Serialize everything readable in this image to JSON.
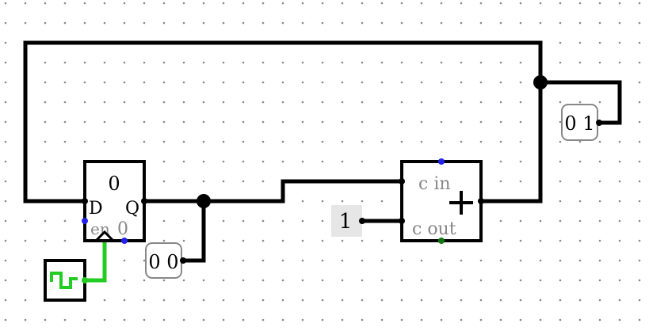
{
  "canvas": {
    "background": "#ffffff",
    "grid_dot_color": "#8a8a8a"
  },
  "colors": {
    "wire": "#000000",
    "clock_wire": "#22cc22",
    "pin_blue": "#2222ee",
    "pin_green": "#117711",
    "probe_text": "#000000",
    "probe_border": "#888888",
    "label_gray": "#888888",
    "constant_bg": "#e6e6e6"
  },
  "register": {
    "initial_value": "0",
    "pin_d": "D",
    "pin_q": "Q",
    "pin_en": "en",
    "en_value": "0"
  },
  "adder": {
    "pin_cin": "c in",
    "pin_cout": "c out",
    "symbol": "+"
  },
  "constant": {
    "value": "1"
  },
  "probes": {
    "register_output": "0 0",
    "adder_output": "0 1"
  },
  "clock": {
    "icon": "square-wave-icon"
  }
}
